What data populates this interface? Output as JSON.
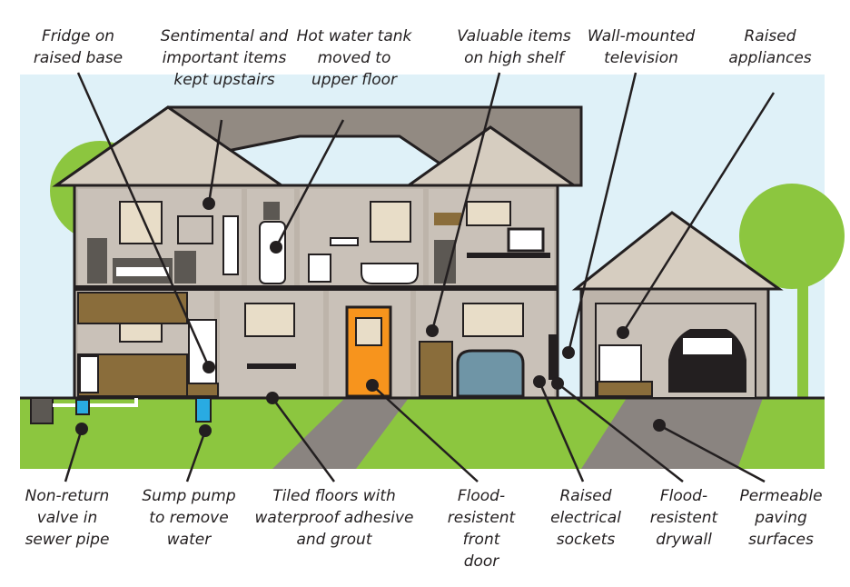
{
  "labels_top": [
    {
      "id": "fridge",
      "text": "Fridge on\nraised base"
    },
    {
      "id": "sentimental",
      "text": "Sentimental and\nimportant items\nkept upstairs"
    },
    {
      "id": "hotwater",
      "text": "Hot water tank\nmoved to\nupper floor"
    },
    {
      "id": "valuable",
      "text": "Valuable items\non high shelf"
    },
    {
      "id": "tv",
      "text": "Wall-mounted\ntelevision"
    },
    {
      "id": "appliances",
      "text": "Raised\nappliances"
    }
  ],
  "labels_bottom": [
    {
      "id": "valve",
      "text": "Non-return\nvalve in\nsewer pipe"
    },
    {
      "id": "sump",
      "text": "Sump pump\nto remove\nwater"
    },
    {
      "id": "tiled",
      "text": "Tiled floors with\nwaterproof adhesive\nand grout"
    },
    {
      "id": "door",
      "text": "Flood-\nresistent\nfront door"
    },
    {
      "id": "sockets",
      "text": "Raised\nelectrical\nsockets"
    },
    {
      "id": "drywall",
      "text": "Flood-\nresistent\ndrywall"
    },
    {
      "id": "paving",
      "text": "Permeable\npaving\nsurfaces"
    }
  ],
  "colors": {
    "sky": "#dff1f8",
    "grass": "#8cc63f",
    "roof": "#928a82",
    "wall": "#c8c1b8",
    "door": "#f7941d",
    "tree": "#8cc63f"
  }
}
